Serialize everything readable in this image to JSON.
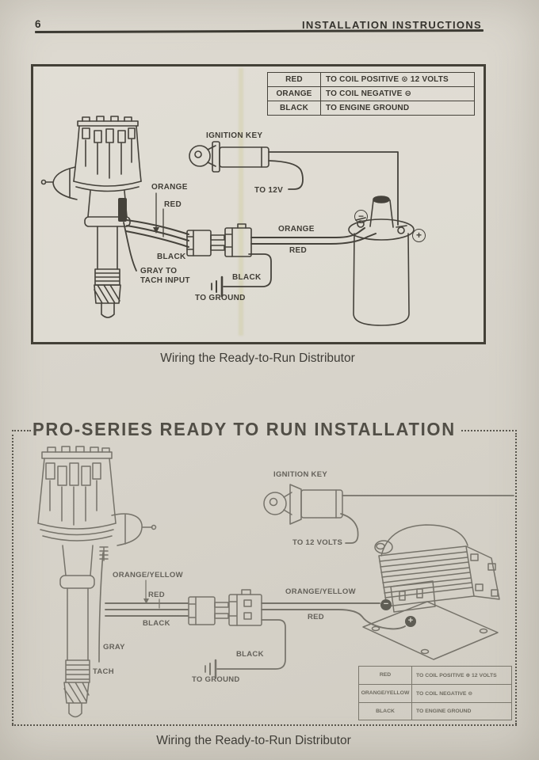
{
  "page": {
    "number": "6",
    "header": "INSTALLATION INSTRUCTIONS"
  },
  "diagram1": {
    "caption": "Wiring the Ready-to-Run Distributor",
    "wire_table": {
      "rows": [
        {
          "wire": "RED",
          "function": "TO COIL POSITIVE ⊙ 12 VOLTS"
        },
        {
          "wire": "ORANGE",
          "function": "TO COIL NEGATIVE ⊖"
        },
        {
          "wire": "BLACK",
          "function": "TO ENGINE GROUND"
        }
      ]
    },
    "labels": {
      "ignition_key": "IGNITION KEY",
      "to_12v": "TO 12V",
      "orange_left": "ORANGE",
      "red_left": "RED",
      "black_left": "BLACK",
      "gray_line1": "GRAY TO",
      "gray_line2": "TACH INPUT",
      "orange_right": "ORANGE",
      "red_right": "RED",
      "black_ground": "BLACK",
      "to_ground": "TO GROUND",
      "coil_negative_symbol": "−",
      "coil_positive_symbol": "+"
    }
  },
  "section2": {
    "title": "PRO-SERIES READY TO RUN INSTALLATION",
    "caption": "Wiring the Ready-to-Run Distributor",
    "wire_table": {
      "rows": [
        {
          "wire": "RED",
          "function": "TO COIL POSITIVE ⊕ 12 VOLTS"
        },
        {
          "wire": "ORANGE/YELLOW",
          "function": "TO COIL NEGATIVE ⊖"
        },
        {
          "wire": "BLACK",
          "function": "TO ENGINE GROUND"
        }
      ]
    },
    "labels": {
      "ignition_key": "IGNITION KEY",
      "to_12_volts": "TO 12 VOLTS",
      "orange_yellow_left": "ORANGE/YELLOW",
      "red_left": "RED",
      "black_left": "BLACK",
      "gray": "GRAY",
      "tach": "TACH",
      "orange_yellow_right": "ORANGE/YELLOW",
      "red_right": "RED",
      "black_ground": "BLACK",
      "to_ground": "TO GROUND",
      "coil_negative_symbol": "−",
      "coil_positive_symbol": "+"
    }
  },
  "colors": {
    "paper": "#d8d4cb",
    "ink_dark": "#45423b",
    "ink_light": "#76736a"
  }
}
